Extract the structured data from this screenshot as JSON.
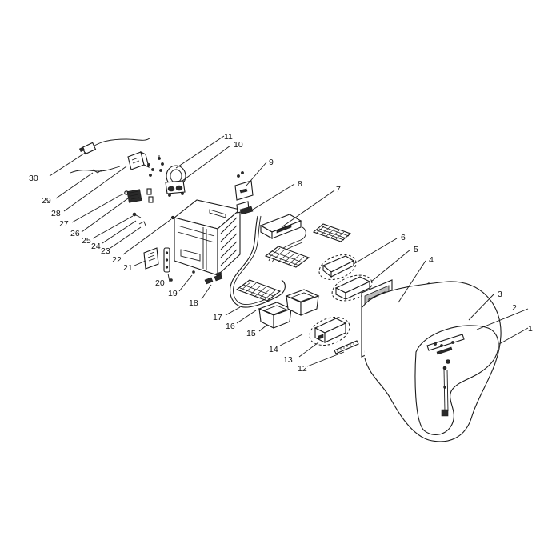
{
  "callouts": [
    {
      "num": "1"
    },
    {
      "num": "2"
    },
    {
      "num": "3"
    },
    {
      "num": "4"
    },
    {
      "num": "5"
    },
    {
      "num": "6"
    },
    {
      "num": "7"
    },
    {
      "num": "8"
    },
    {
      "num": "9"
    },
    {
      "num": "10"
    },
    {
      "num": "11"
    },
    {
      "num": "12"
    },
    {
      "num": "13"
    },
    {
      "num": "14"
    },
    {
      "num": "15"
    },
    {
      "num": "16"
    },
    {
      "num": "17"
    },
    {
      "num": "18"
    },
    {
      "num": "19"
    },
    {
      "num": "20"
    },
    {
      "num": "21"
    },
    {
      "num": "22"
    },
    {
      "num": "23"
    },
    {
      "num": "24"
    },
    {
      "num": "25"
    },
    {
      "num": "26"
    },
    {
      "num": "27"
    },
    {
      "num": "28"
    },
    {
      "num": "29"
    },
    {
      "num": "30"
    }
  ],
  "colors": {
    "line": "#1a1a1a",
    "background": "#ffffff"
  }
}
